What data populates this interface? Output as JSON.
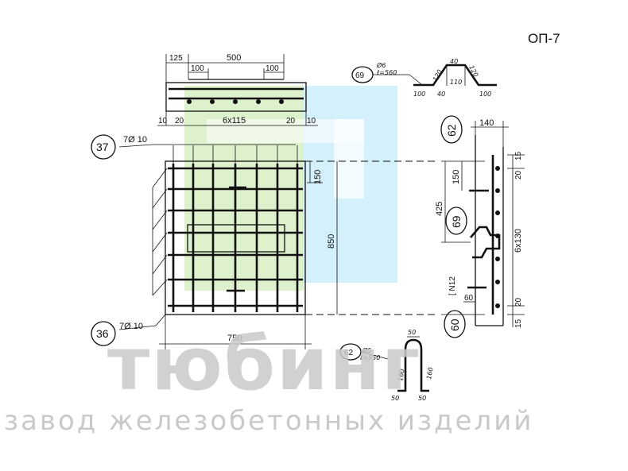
{
  "code": "ОП-7",
  "watermark": {
    "brand": "тюбинг",
    "subtitle": "завод железобетонных изделий"
  },
  "colors": {
    "logo_green": "#d9f0c8",
    "logo_blue": "#cfeefb",
    "watermark_gray": "#c9c9c9",
    "ink": "#111111"
  },
  "top_view": {
    "dim_125": "125",
    "dim_500": "500",
    "dim_100_left": "100",
    "dim_100_right": "100",
    "dim_10_left": "10",
    "dim_20_left": "20",
    "dim_spacing": "6x115",
    "dim_20_right": "20",
    "dim_10_right": "10"
  },
  "plan_view": {
    "mark_37": "37",
    "bars_37": "7Ø 10",
    "mark_36": "36",
    "bars_36": "7Ø 10",
    "dim_150": "150",
    "dim_850": "850",
    "dim_750": "750"
  },
  "section_view": {
    "mark_62": "62",
    "mark_69": "69",
    "mark_60": "60",
    "dim_140": "140",
    "dim_15_top": "15",
    "dim_20_top": "20",
    "dim_150": "150",
    "dim_425": "425",
    "dim_6x130": "6x130",
    "label_n12": "[ N12",
    "dim_60": "60",
    "dim_20_bottom": "20",
    "dim_15_bottom": "15"
  },
  "detail_69": {
    "mark": "69",
    "spec_dia": "Ø6",
    "spec_len": "ℓ=560",
    "d40_top": "40",
    "d120_left": "120",
    "d120_right": "120",
    "d110": "110",
    "d100_left": "100",
    "d40_bottom": "40",
    "d100_right": "100"
  },
  "detail_62": {
    "mark": "62",
    "spec_dia": "Ø5",
    "spec_len": "ℓ=550",
    "d50_top": "50",
    "d160_left": "160",
    "d160_right": "160",
    "d50_left": "50",
    "d50_right": "50"
  }
}
